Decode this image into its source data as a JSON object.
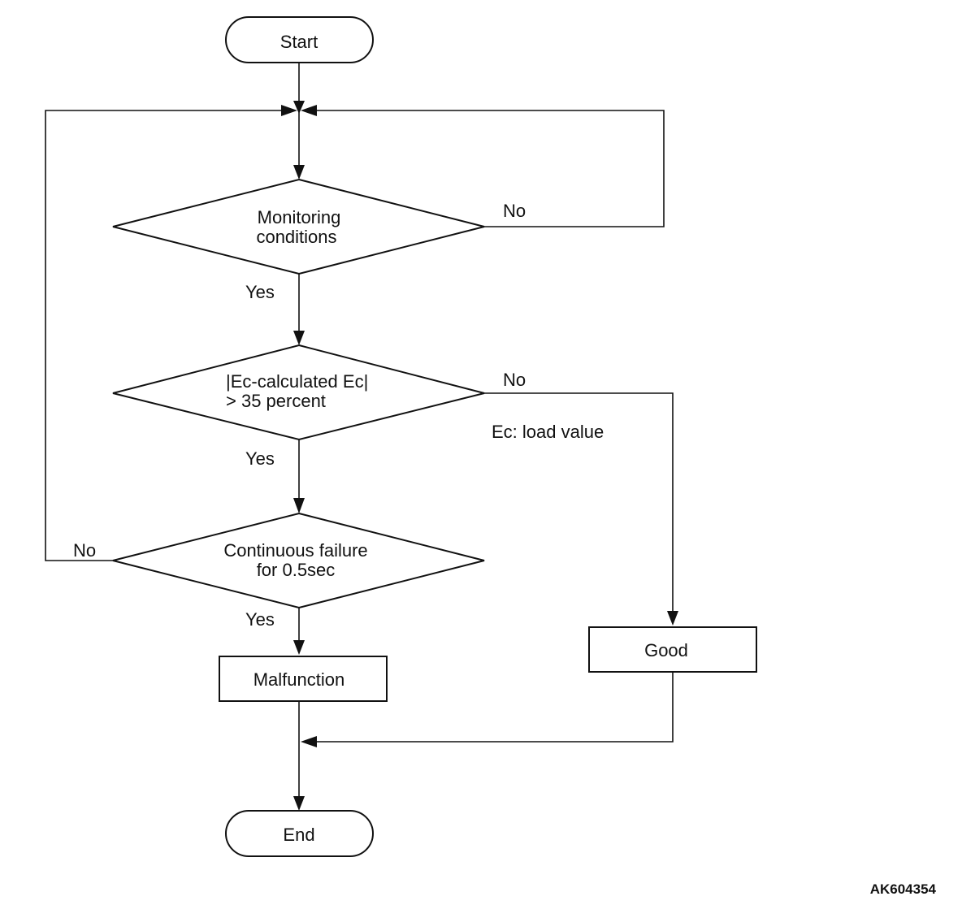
{
  "nodes": {
    "start": "Start",
    "monitoring": {
      "line1": "Monitoring",
      "line2": "conditions"
    },
    "ec_check": {
      "line1": "|Ec-calculated Ec|",
      "line2": "> 35 percent"
    },
    "continuous": {
      "line1": "Continuous failure",
      "line2": "for 0.5sec"
    },
    "malfunction": "Malfunction",
    "good": "Good",
    "end": "End"
  },
  "edge_labels": {
    "monitoring_no": "No",
    "monitoring_yes": "Yes",
    "ec_no": "No",
    "ec_yes": "Yes",
    "continuous_no": "No",
    "continuous_yes": "Yes"
  },
  "note": "Ec: load value",
  "figure_id": "AK604354"
}
